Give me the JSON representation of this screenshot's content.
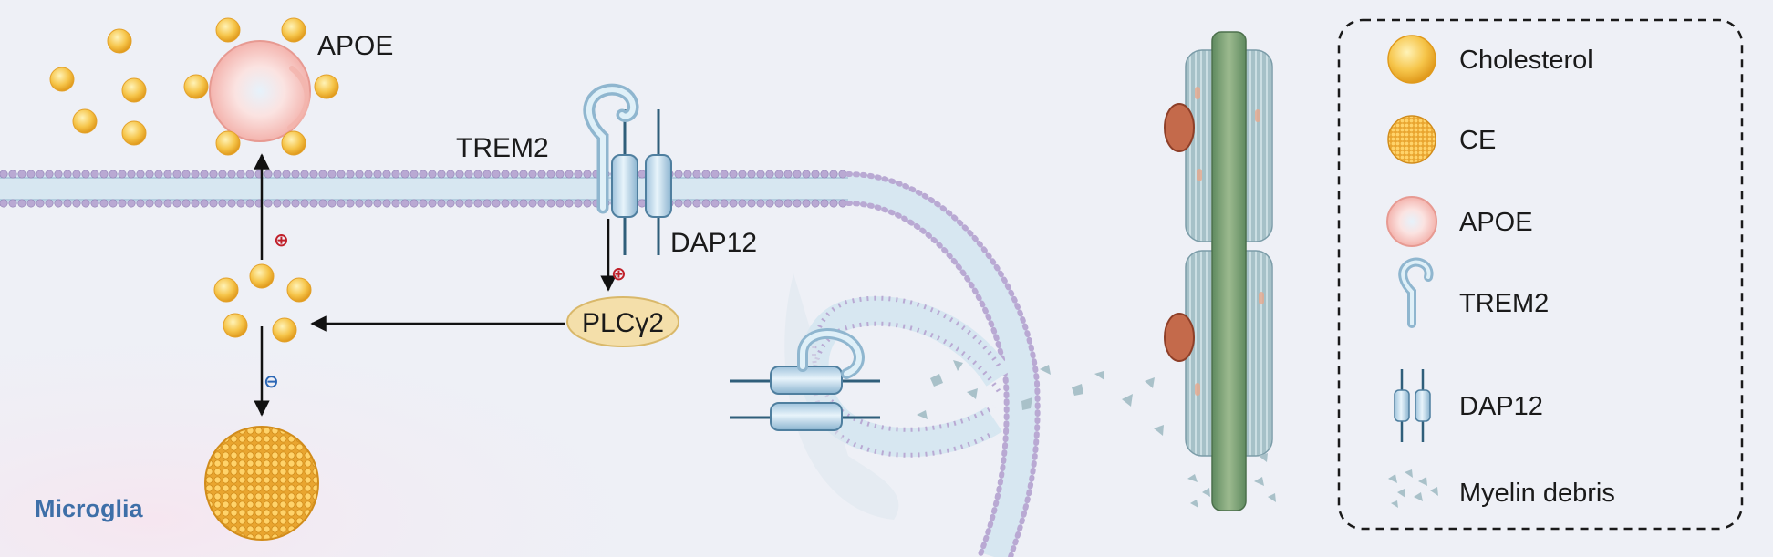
{
  "diagram": {
    "labels": {
      "apoe": "APOE",
      "trem2": "TREM2",
      "dap12": "DAP12",
      "plcg2": "PLCγ2",
      "microglia": "Microglia"
    },
    "signs": {
      "apoe_release": "⊕",
      "plcg2_activation": "⊕",
      "ce_esterification": "⊖"
    },
    "colors": {
      "cholesterol": "#f6c54a",
      "ce": "#f3b23a",
      "apoe": "#f8c9c4",
      "trem2": "#bfe0ef",
      "plcg2": "#f4dfaa",
      "plus_sign": "#c0202a",
      "minus_sign": "#2a66b5",
      "microglia_label": "#3e6fa8",
      "axon": "#7ea07a"
    }
  },
  "legend": {
    "items": [
      {
        "icon": "cholesterol-icon",
        "label": "Cholesterol"
      },
      {
        "icon": "ce-icon",
        "label": "CE"
      },
      {
        "icon": "apoe-icon",
        "label": "APOE"
      },
      {
        "icon": "trem2-icon",
        "label": "TREM2"
      },
      {
        "icon": "dap12-icon",
        "label": "DAP12"
      },
      {
        "icon": "myelin-debris-icon",
        "label": "Myelin debris"
      }
    ]
  }
}
